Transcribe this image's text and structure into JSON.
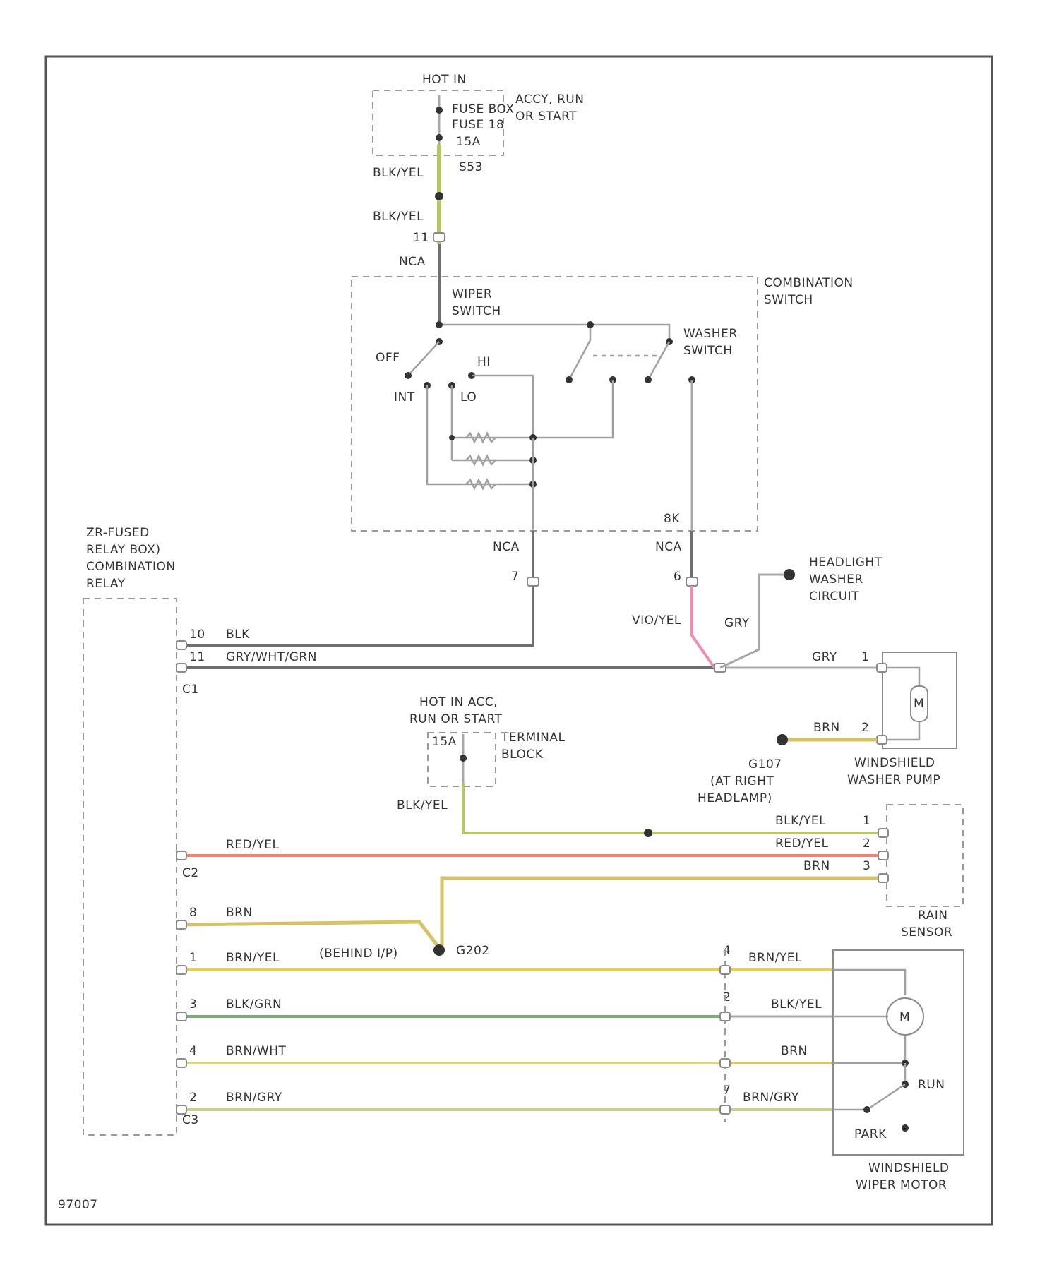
{
  "diagram_id": "97007",
  "colors": {
    "blk_yel": "#b7c46a",
    "red_yel": "#f2826e",
    "brn": "#d6c268",
    "brn_yel": "#e6cc57",
    "blk_grn": "#7aac76",
    "brn_wht": "#ded483",
    "brn_gry": "#cfcd8c",
    "vio_yel": "#f08ab8",
    "gray": "#a8a8a8",
    "dark": "#6e6e6e"
  },
  "power": {
    "hot_in": "HOT IN",
    "accy": "ACCY, RUN",
    "or_start": "OR START",
    "fuse_box": "FUSE BOX",
    "fuse": "FUSE 18",
    "amp": "15A",
    "splice": "S53",
    "wire1": "BLK/YEL",
    "wire2": "BLK/YEL",
    "pin": "11",
    "nca": "NCA"
  },
  "combination_switch": {
    "title_line1": "COMBINATION",
    "title_line2": "SWITCH",
    "wiper_line1": "WIPER",
    "wiper_line2": "SWITCH",
    "washer_line1": "WASHER",
    "washer_line2": "SWITCH",
    "pos_off": "OFF",
    "pos_hi": "HI",
    "pos_int": "INT",
    "pos_lo": "LO",
    "out_pin": "8K",
    "nca_left": "NCA",
    "nca_right": "NCA",
    "pin_left": "7",
    "pin_right": "6"
  },
  "relay": {
    "line1": "ZR-FUSED",
    "line2": "RELAY BOX)",
    "line3": "COMBINATION",
    "line4": "RELAY",
    "c1": "C1",
    "c2": "C2",
    "c3": "C3"
  },
  "wires": {
    "blk": {
      "pin": "10",
      "label": "BLK"
    },
    "gry_wht_grn": {
      "pin": "11",
      "label": "GRY/WHT/GRN"
    },
    "vio_yel": "VIO/YEL",
    "gry_up": "GRY",
    "gry_pump": {
      "label": "GRY",
      "pin": "1"
    },
    "brn_pump": {
      "label": "BRN",
      "pin": "2"
    },
    "red_yel_left": "RED/YEL",
    "blk_yel_term": "BLK/YEL",
    "blk_yel_rain": {
      "label": "BLK/YEL",
      "pin": "1"
    },
    "red_yel_rain": {
      "label": "RED/YEL",
      "pin": "2"
    },
    "brn_rain": {
      "label": "BRN",
      "pin": "3"
    },
    "brn_relay": {
      "pin": "8",
      "label": "BRN"
    },
    "brn_yel": {
      "pin": "1",
      "label": "BRN/YEL",
      "right_pin": "4",
      "right_label": "BRN/YEL"
    },
    "blk_grn": {
      "pin": "3",
      "label": "BLK/GRN",
      "right_pin": "2",
      "right_label": "BLK/YEL"
    },
    "brn_wht": {
      "pin": "4",
      "label": "BRN/WHT",
      "right_label": "BRN"
    },
    "brn_gry": {
      "pin": "2",
      "label": "BRN/GRY",
      "right_pin": "7",
      "right_label": "BRN/GRY"
    },
    "behind_ip": "(BEHIND I/P)"
  },
  "headlight": {
    "line1": "HEADLIGHT",
    "line2": "WASHER",
    "line3": "CIRCUIT"
  },
  "ground": {
    "g107": "G107",
    "line2": "(AT RIGHT",
    "line3": "HEADLAMP)",
    "g202": "G202"
  },
  "terminal": {
    "hot_line1": "HOT IN ACC,",
    "hot_line2": "RUN OR START",
    "amp": "15A",
    "label_line1": "TERMINAL",
    "label_line2": "BLOCK"
  },
  "washer_pump": {
    "line1": "WINDSHIELD",
    "line2": "WASHER PUMP",
    "motor": "M"
  },
  "rain_sensor": {
    "line1": "RAIN",
    "line2": "SENSOR"
  },
  "wiper_motor": {
    "line1": "WINDSHIELD",
    "line2": "WIPER MOTOR",
    "motor": "M",
    "run": "RUN",
    "park": "PARK"
  }
}
